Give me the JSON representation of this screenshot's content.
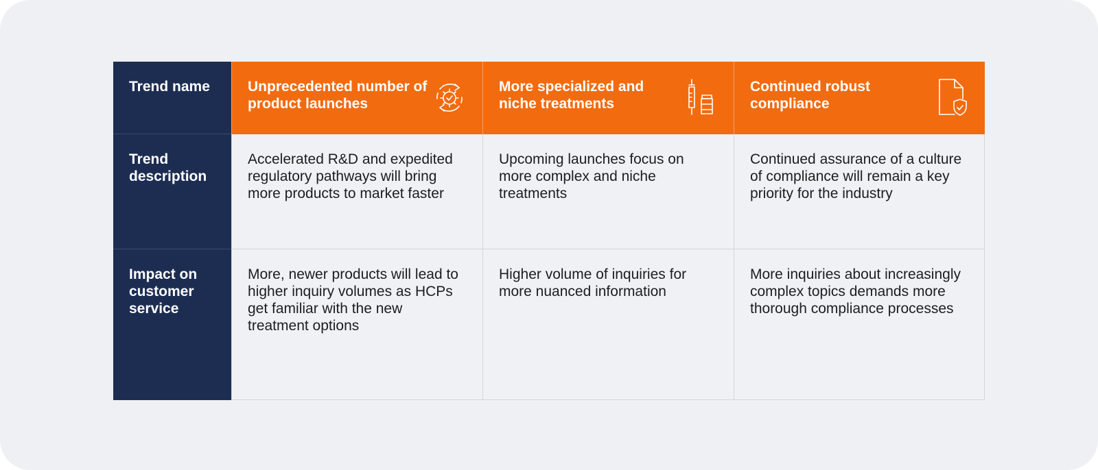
{
  "table": {
    "row_headers": [
      "Trend name",
      "Trend description",
      "Impact on customer service"
    ],
    "columns": [
      {
        "title": "Unprecedented number of product launches",
        "icon": "gear-refresh-icon",
        "description": "Accelerated R&D and expedited regulatory pathways will bring more products to market faster",
        "impact": "More, newer products will lead to higher inquiry volumes as HCPs get familiar with the new treatment options"
      },
      {
        "title": "More specialized and niche treatments",
        "icon": "syringe-vial-icon",
        "description": "Upcoming launches focus on more complex and niche treatments",
        "impact": "Higher volume of inquiries for more nuanced information"
      },
      {
        "title": "Continued robust compliance",
        "icon": "document-shield-icon",
        "description": "Continued assurance of a culture of compliance will remain a key priority for the industry",
        "impact": "More inquiries about increasingly complex topics demands more thorough compliance processes"
      }
    ]
  },
  "colors": {
    "navy": "#1d2d52",
    "orange": "#f26b0f",
    "cell_background": "#f0f1f4",
    "card_background": "#eff0f3"
  }
}
